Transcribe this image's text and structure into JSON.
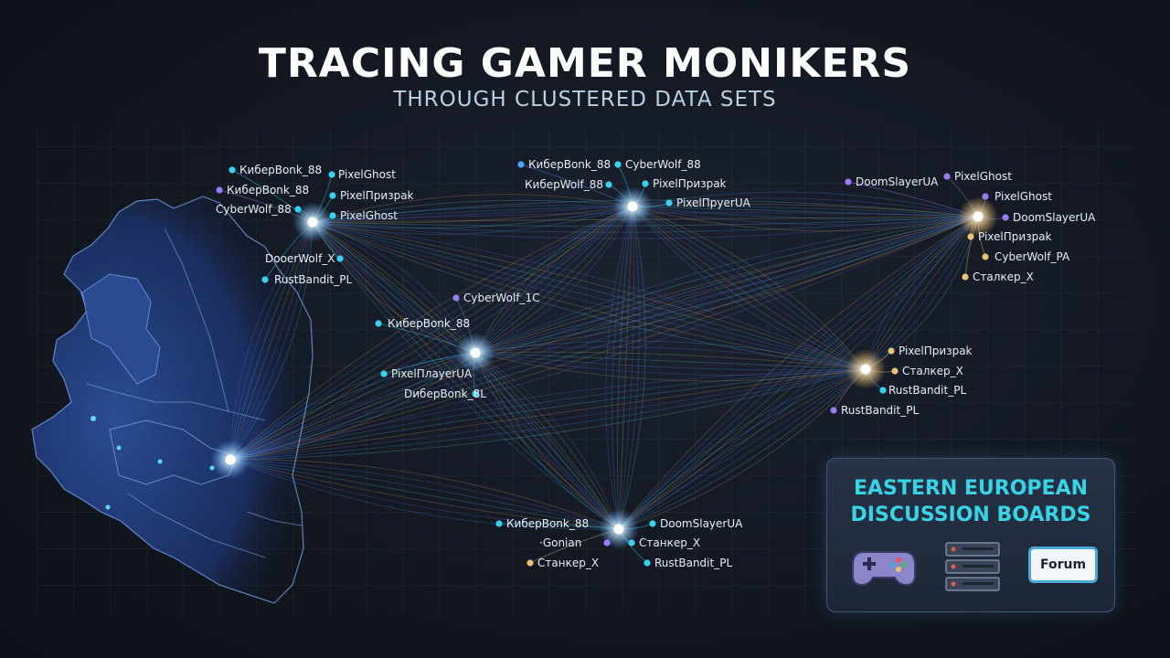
{
  "title": "TRACING GAMER MONIKERS",
  "subtitle": "THROUGH CLUSTERED DATA SETS",
  "panel": {
    "title": "EASTERN EUROPEAN\nDISCUSSION BOARDS",
    "icons": [
      "gamepad-icon",
      "server-icon",
      "forum-icon"
    ],
    "forum_label": "Forum"
  },
  "colors": {
    "cyan": "#36d3ef",
    "purple": "#9b7cf0",
    "gold": "#e9c274",
    "blue_link": "#4ea4ff"
  },
  "hubs": [
    {
      "id": "h1",
      "labels": [
        {
          "text": "КиберBonk_88",
          "color": "cyan"
        },
        {
          "text": "PixelGhost",
          "color": "cyan"
        },
        {
          "text": "КиберBonk_88",
          "color": "purple"
        },
        {
          "text": "PixelПризрak",
          "color": "cyan"
        },
        {
          "text": "CyberWolf_88",
          "color": "cyan"
        },
        {
          "text": "PixelGhost",
          "color": "cyan"
        },
        {
          "text": "DooerWolf_X",
          "color": "cyan"
        },
        {
          "text": "RustBandit_PL",
          "color": "cyan"
        }
      ]
    },
    {
      "id": "h2",
      "labels": [
        {
          "text": "КиберBonk_88",
          "color": "blue_link"
        },
        {
          "text": "CyberWolf_88",
          "color": "cyan"
        },
        {
          "text": "КиберWolf_88",
          "color": "cyan"
        },
        {
          "text": "PixelПризрak",
          "color": "cyan"
        },
        {
          "text": "PixelПpyerUA",
          "color": "cyan"
        }
      ]
    },
    {
      "id": "h3",
      "labels": [
        {
          "text": "DoomSlayerUA",
          "color": "purple"
        },
        {
          "text": "PixelGhost",
          "color": "purple"
        },
        {
          "text": "PixelGhost",
          "color": "purple"
        },
        {
          "text": "DoomSlayerUA",
          "color": "purple"
        },
        {
          "text": "PixelПризрak",
          "color": "gold"
        },
        {
          "text": "CyberWolf_PA",
          "color": "gold"
        },
        {
          "text": "Cтaлкep_X",
          "color": "gold"
        }
      ]
    },
    {
      "id": "h4",
      "labels": [
        {
          "text": "CyberWolf_1C",
          "color": "purple"
        },
        {
          "text": "КиберBonk_88",
          "color": "cyan"
        },
        {
          "text": "PixelПлayerUA",
          "color": "cyan"
        },
        {
          "text": "DибepBonk_8L",
          "color": "cyan"
        }
      ]
    },
    {
      "id": "h5",
      "labels": [
        {
          "text": "PixelПризрak",
          "color": "gold"
        },
        {
          "text": "Cтaлкep_X",
          "color": "gold"
        },
        {
          "text": "RustBandit_PL",
          "color": "cyan"
        },
        {
          "text": "RustBandit_PL",
          "color": "purple"
        }
      ]
    },
    {
      "id": "h6",
      "labels": [
        {
          "text": "КиберBonk_88",
          "color": "cyan"
        },
        {
          "text": "DoomSlayerUA",
          "color": "cyan"
        },
        {
          "text": "·Gonian",
          "color": "purple"
        },
        {
          "text": "Cтaнкep_X",
          "color": "cyan"
        },
        {
          "text": "Cтaнкep_X",
          "color": "gold"
        },
        {
          "text": "RustBandit_PL",
          "color": "cyan"
        }
      ]
    }
  ]
}
